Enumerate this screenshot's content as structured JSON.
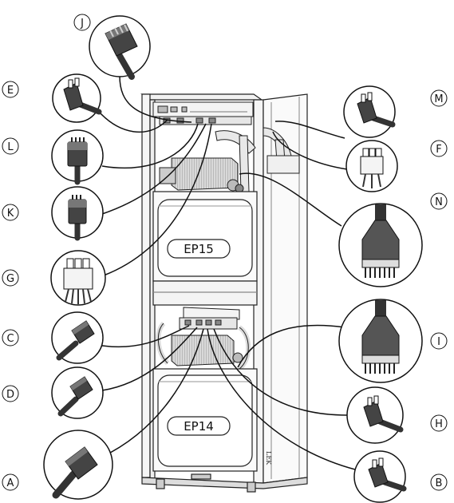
{
  "modules": {
    "upper": "EP15",
    "lower": "EP14"
  },
  "side_mark": "LEK",
  "callouts": {
    "J": "J",
    "E": "E",
    "L": "L",
    "K": "K",
    "G": "G",
    "C": "C",
    "D": "D",
    "A": "A",
    "M": "M",
    "F": "F",
    "N": "N",
    "I": "I",
    "H": "H",
    "B": "B"
  },
  "connector_icons": {
    "J": "four-pin-plug-icon",
    "E": "angled-plug-icon",
    "L": "four-pin-plug-icon",
    "K": "four-pin-plug-icon",
    "G": "six-pin-plug-icon",
    "C": "four-pin-plug-icon",
    "D": "four-pin-plug-icon",
    "A": "four-pin-plug-icon",
    "M": "angled-plug-icon",
    "F": "six-pin-plug-icon",
    "N": "ribbon-plug-icon",
    "I": "ribbon-plug-icon",
    "H": "angled-plug-icon",
    "B": "angled-plug-icon"
  }
}
